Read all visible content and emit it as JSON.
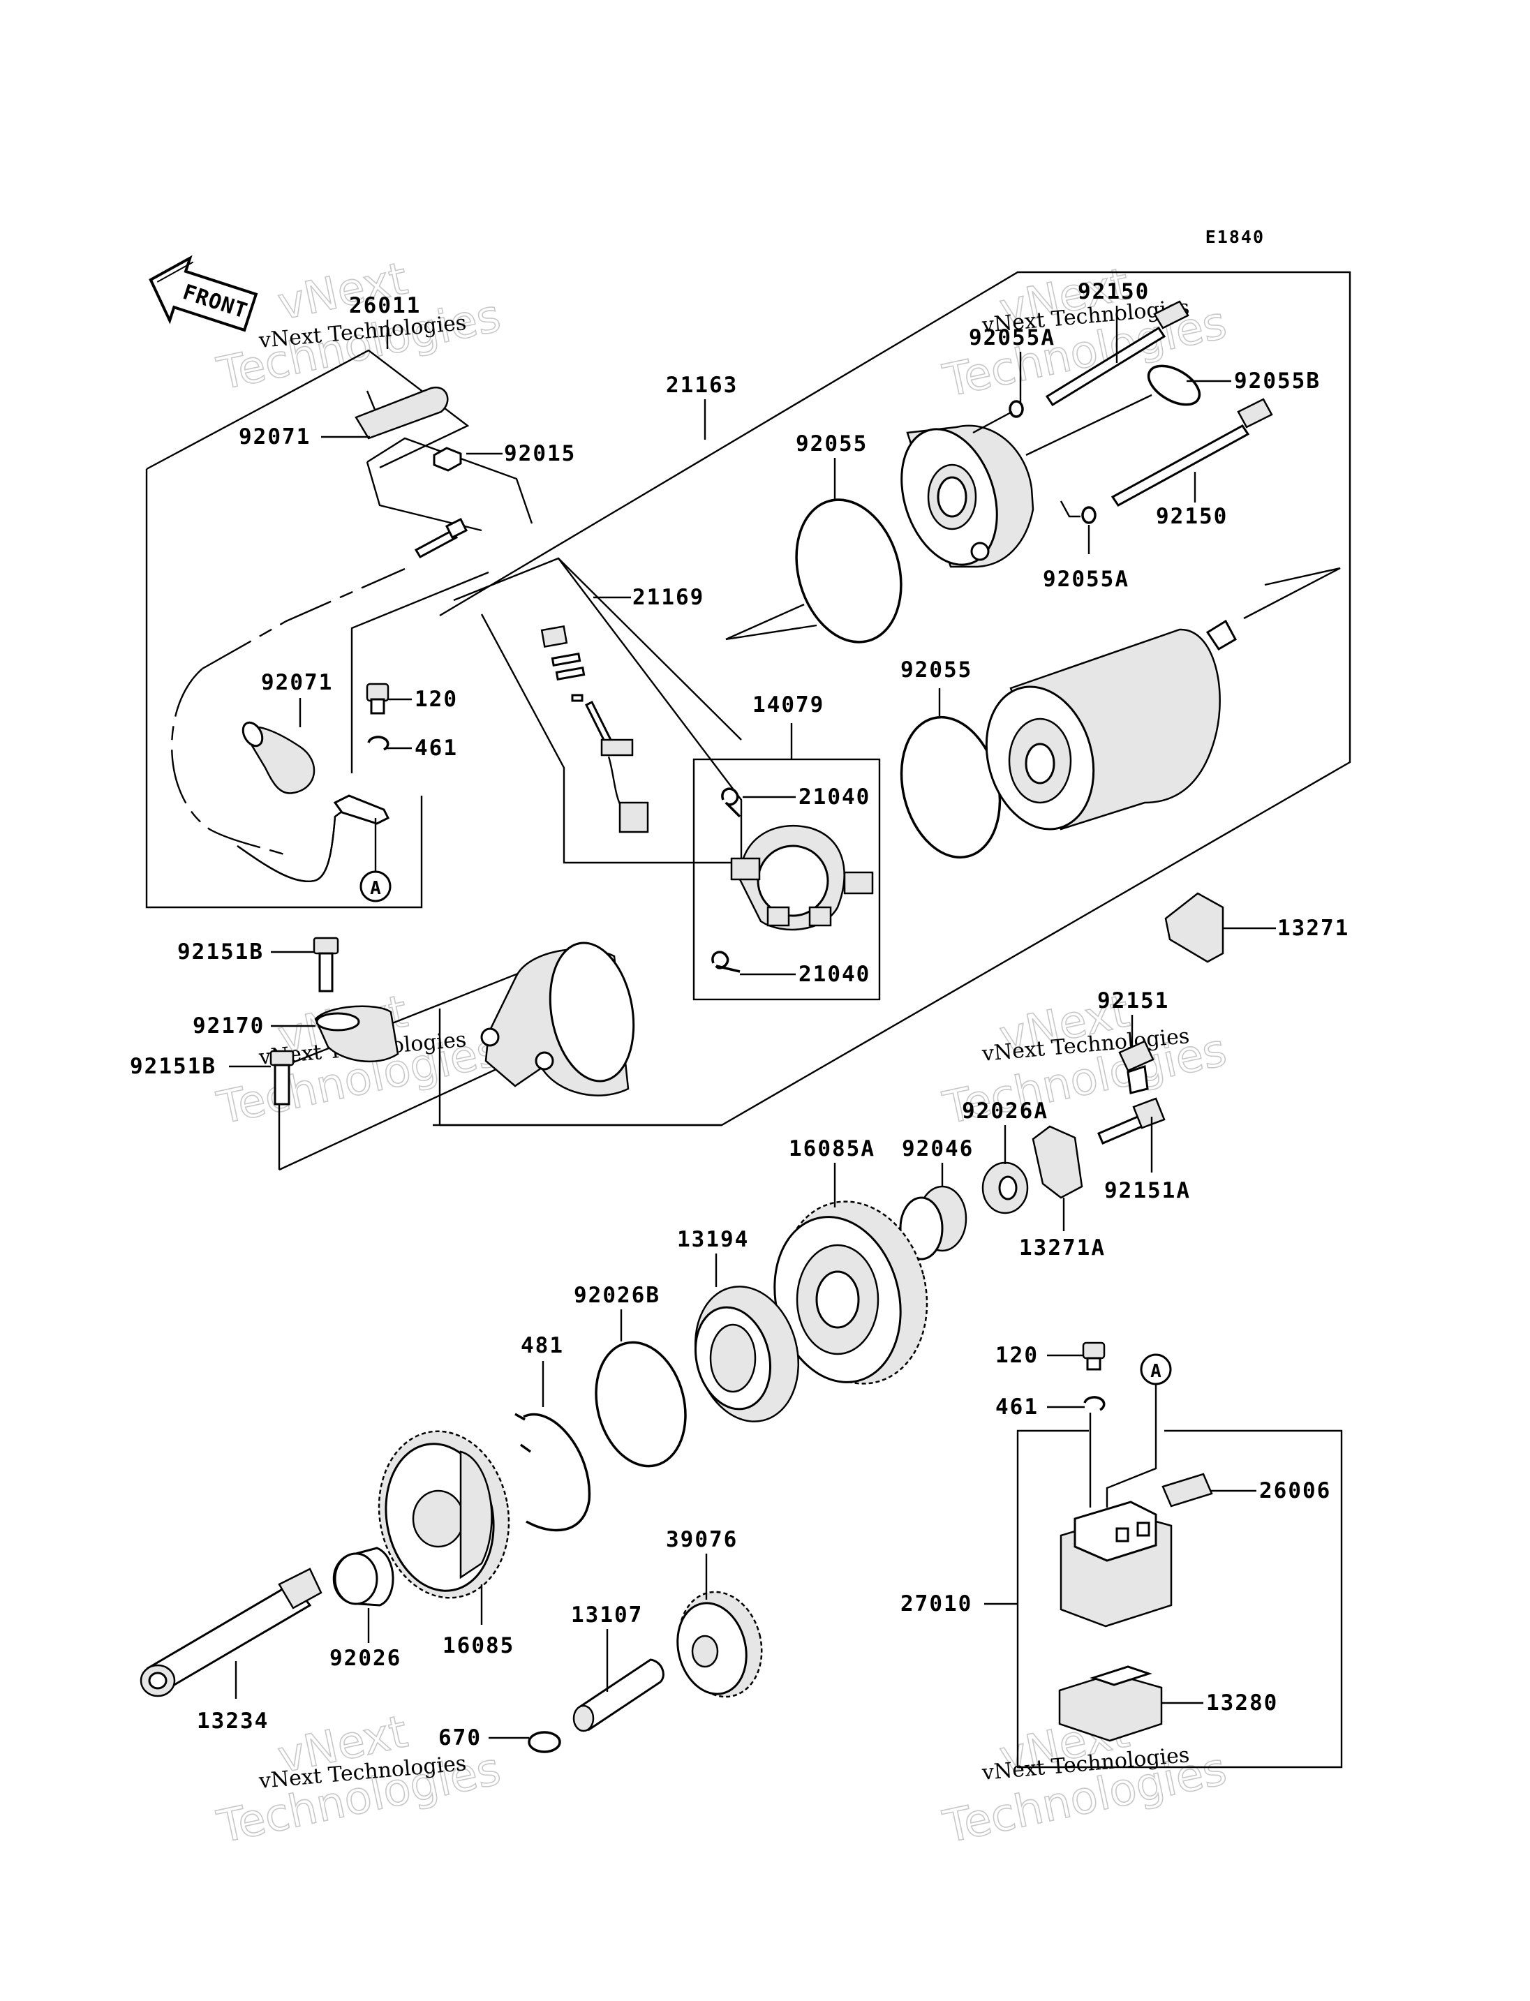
{
  "diagram_code": "E1840",
  "front_label": "FRONT",
  "ref_mark": "A",
  "watermark": {
    "line1": "vNext Technologies",
    "line2": "Technologies",
    "line_small": "vNext"
  },
  "parts": {
    "p26011": "26011",
    "p92071a": "92071",
    "p92015": "92015",
    "p21163": "21163",
    "p92150a": "92150",
    "p92055A_top": "92055A",
    "p92055B": "92055B",
    "p92055_top": "92055",
    "p92150b": "92150",
    "p92055A_bot": "92055A",
    "p21169": "21169",
    "p92071b": "92071",
    "p120a": "120",
    "p461a": "461",
    "p14079": "14079",
    "p21040a": "21040",
    "p21040b": "21040",
    "p92055_mid": "92055",
    "p13271": "13271",
    "p92151B_a": "92151B",
    "p92170": "92170",
    "p92151B_b": "92151B",
    "p92151": "92151",
    "p92026A": "92026A",
    "p16085A": "16085A",
    "p92046": "92046",
    "p92151A": "92151A",
    "p13271A": "13271A",
    "p13194": "13194",
    "p92026B": "92026B",
    "p481": "481",
    "p120b": "120",
    "p461b": "461",
    "p26006": "26006",
    "p39076": "39076",
    "p27010": "27010",
    "p13107": "13107",
    "p92026": "92026",
    "p16085": "16085",
    "p13234": "13234",
    "p13280": "13280",
    "p670": "670"
  }
}
